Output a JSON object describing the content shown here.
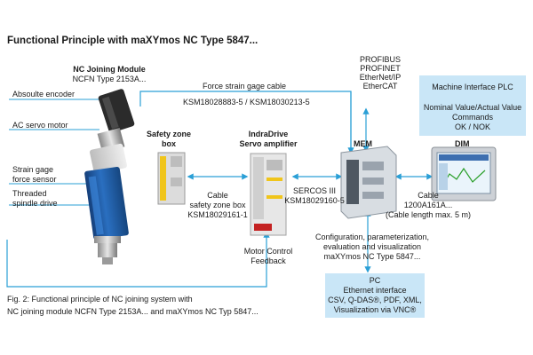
{
  "title": "Functional Principle with maXYmos NC Type 5847...",
  "nc_module": {
    "heading": "NC Joining Module",
    "type": "NCFN Type 2153A..."
  },
  "left_labels": {
    "encoder": "Absoulte encoder",
    "motor": "AC servo motor",
    "strain_line1": "Strain gage",
    "strain_line2": "force sensor",
    "spindle_line1": "Threaded",
    "spindle_line2": "spindle drive"
  },
  "force_cable": {
    "label": "Force strain gage cable",
    "part_numbers": "KSM18028883-5 / KSM18030213-5"
  },
  "fieldbus": [
    "PROFIBUS",
    "PROFINET",
    "EtherNet/IP",
    "EtherCAT"
  ],
  "plc_box": {
    "title": "Machine Interface PLC",
    "line1": "Nominal Value/Actual Value",
    "line2": "Commands",
    "line3": "OK / NOK"
  },
  "safety_zone": {
    "line1": "Safety zone",
    "line2": "box"
  },
  "indradrive": {
    "line1": "IndraDrive",
    "line2": "Servo amplifier"
  },
  "mem_label": "MEM",
  "dim_label": "DIM",
  "cable_safety": {
    "line1": "Cable",
    "line2": "safety zone box",
    "line3": "KSM18029161-1"
  },
  "sercos": {
    "line1": "SERCOS III",
    "line2": "KSM18029160-5"
  },
  "cable_dim": {
    "line1": "Cable",
    "line2": "1200A161A...",
    "line3": "(Cable length max. 5 m)"
  },
  "motor_feedback": {
    "line1": "Motor Control",
    "line2": "Feedback"
  },
  "config_text": {
    "line1": "Configuration, parameterization,",
    "line2": "evaluation and visualization",
    "line3": "maXYmos NC Type 5847..."
  },
  "pc_box": {
    "title": "PC",
    "line1": "Ethernet interface",
    "line2": "CSV, Q-DAS®, PDF, XML,",
    "line3": "Visualization via VNC®"
  },
  "caption": {
    "line1": "Fig. 2:   Functional principle of NC joining system with",
    "line2": "NC joining module NCFN Type 2153A... and maXYmos NC Typ 5847..."
  },
  "colors": {
    "wire": "#2a9fd6",
    "box_fill": "#c9e6f7",
    "module_blue": "#1f5fae",
    "motor_dark": "#2b2b2b"
  }
}
